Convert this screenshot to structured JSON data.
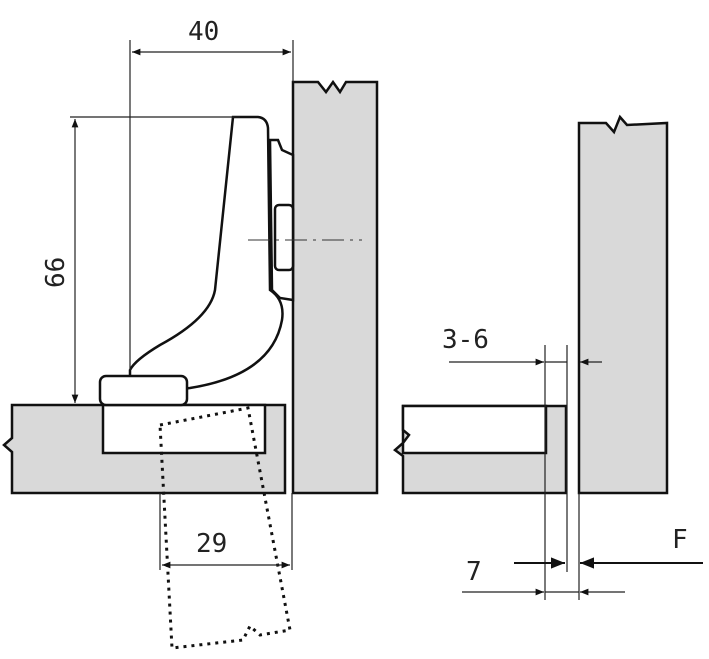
{
  "diagram": {
    "left_view": {
      "dim_width": "40",
      "dim_height": "66",
      "dim_arm": "29"
    },
    "right_view": {
      "dim_gap": "3-6",
      "dim_overlay": "7",
      "force_label": "F"
    },
    "colors": {
      "panel": "#d9d9d9",
      "line": "#111111"
    }
  }
}
